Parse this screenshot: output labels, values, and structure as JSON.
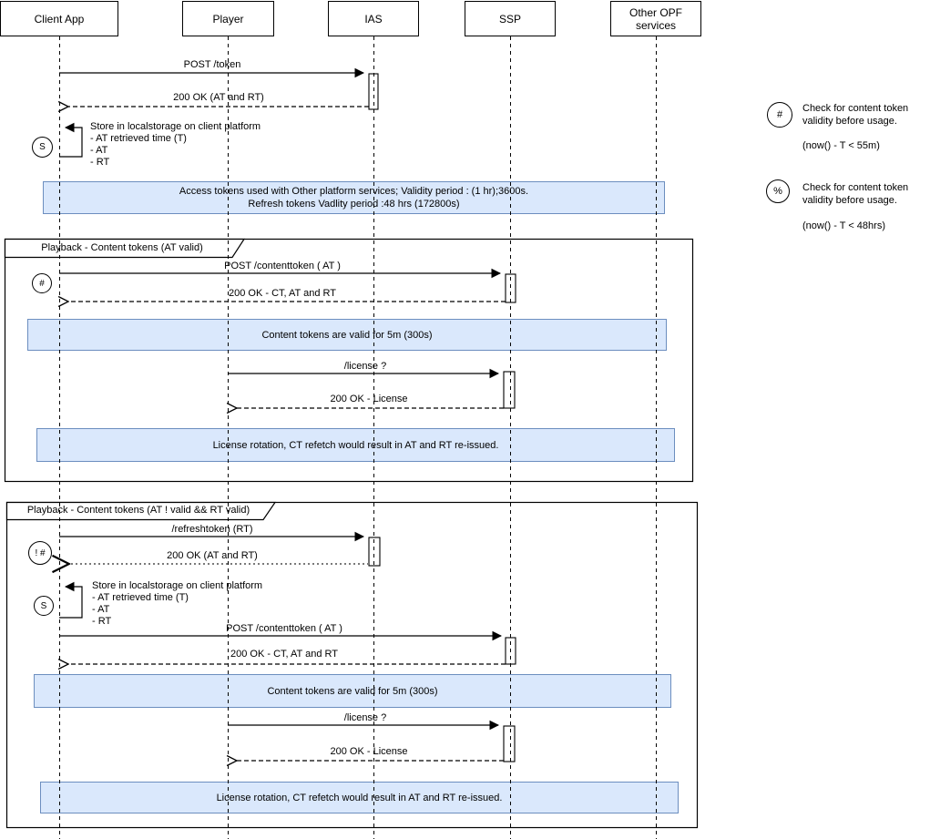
{
  "colors": {
    "note_background": "#dae8fc",
    "note_border": "#6c8ebf",
    "line_color": "#000000",
    "gray_return_line": "#7a7a7a"
  },
  "actors": [
    {
      "label": "Client App"
    },
    {
      "label": "Player"
    },
    {
      "label": "IAS"
    },
    {
      "label": "SSP"
    },
    {
      "label": "Other OPF services"
    }
  ],
  "top": {
    "msg_post_token": "POST /token",
    "msg_200_at_rt": "200 OK (AT and RT)",
    "self_store": {
      "marker": "S",
      "title": "Store in localstorage on client platform",
      "item1": "- AT retrieved time (T)",
      "item2": "- AT",
      "item3": "- RT"
    },
    "note_access": {
      "line1": "Access tokens used with Other platform services; Validity period : (1 hr);3600s.",
      "line2": "Refresh tokens Vadlity period :48 hrs (172800s)"
    }
  },
  "frame1": {
    "title": "Playback - Content tokens (AT valid)",
    "marker": "#",
    "msg_post_contenttoken": "POST /contenttoken ( AT )",
    "msg_200_ct": "200 OK - CT, AT and RT",
    "note_ct_valid": "Content tokens are valid for 5m (300s)",
    "msg_license": "/license ?",
    "msg_200_license": "200 OK - License",
    "note_license": "License rotation, CT refetch would result in AT and RT re-issued."
  },
  "frame2": {
    "title": "Playback - Content tokens (AT ! valid && RT valid)",
    "marker": "! #",
    "msg_refreshtoken": "/refreshtoken (RT)",
    "msg_200_at_rt": "200 OK (AT and RT)",
    "self_store": {
      "marker": "S",
      "title": "Store in localstorage on client platform",
      "item1": "- AT retrieved time (T)",
      "item2": "- AT",
      "item3": "- RT"
    },
    "msg_post_contenttoken": "POST /contenttoken ( AT )",
    "msg_200_ct": "200 OK - CT, AT and RT",
    "note_ct_valid": "Content tokens are valid for 5m (300s)",
    "msg_license": "/license ?",
    "msg_200_license": "200 OK - License",
    "note_license": "License rotation, CT refetch would result in AT and RT re-issued."
  },
  "legend": {
    "item1": {
      "symbol": "#",
      "line1": "Check for content token",
      "line2": "validity before usage.",
      "formula": "(now() - T < 55m)"
    },
    "item2": {
      "symbol": "%",
      "line1": "Check for content token",
      "line2": "validity before usage.",
      "formula": "(now() - T <  48hrs)"
    }
  }
}
